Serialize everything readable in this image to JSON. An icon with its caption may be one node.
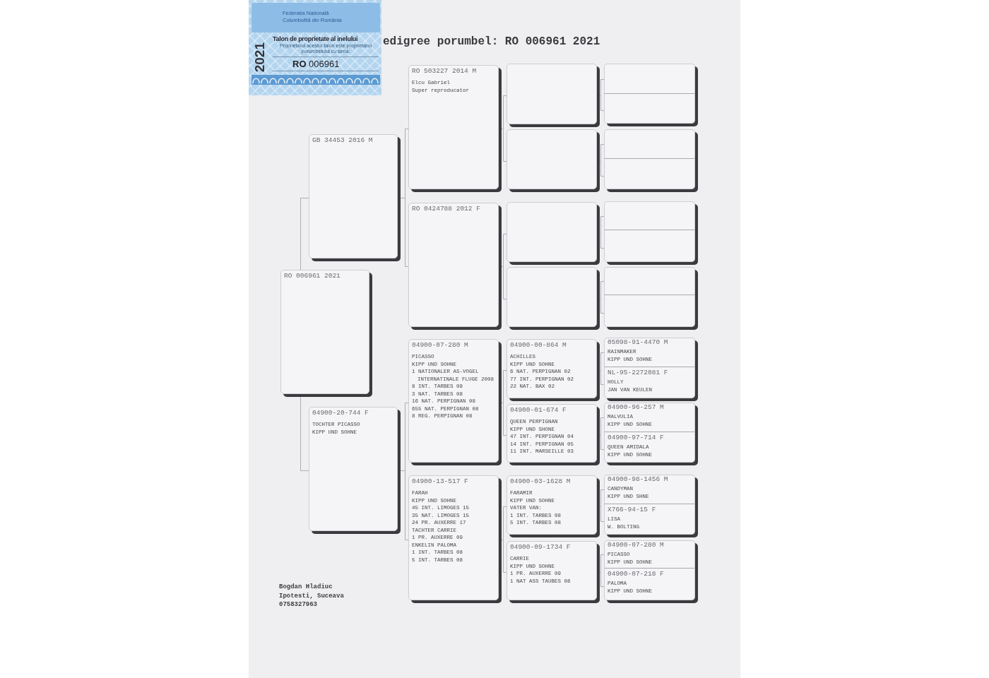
{
  "diagram": {
    "title": "edigree porumbel: RO 006961 2021",
    "nodes": [
      {
        "text": [
          "Federația Națională Columbofilă din România",
          "Talon de proprietate al inelului",
          "Proprietarul acestui talon este proprietarul porumbelului cu seria:",
          "**RO** 006961",
          "2021"
        ]
      },
      {
        "text": [
          "RO 006961 2021"
        ]
      },
      {
        "text": [
          "GB 34453 2016 M"
        ]
      },
      {
        "text": [
          "04900-20-744 F",
          "TOCHTER PICASSO",
          "KIPP UND SOHNE"
        ]
      },
      {
        "text": [
          "RO 503227 2014 M",
          "Elcu Gabriel",
          "Super reproducator"
        ]
      },
      {
        "text": [
          "RO 0424788 2012 F"
        ]
      },
      {
        "text": [
          "04900-07-280 M",
          "PICASSO",
          "KIPP UND SOHNE",
          "1 NATIONALER AS-VOGEL INTERNATINALE FLUGE 2008",
          "8 INT. TARBES 08",
          "3 NAT. TARBES 08",
          "16 NAT. PERPIGNAN 08",
          "655 NAT. PERPIGNAN 08",
          "8 REG. PERPIGNAN 08"
        ]
      },
      {
        "text": [
          "04900-13-517 F",
          "FARAH",
          "KIPP UND SOHNE",
          "45 INT. LIMOGES 15",
          "35 NAT. LIMOGES 15",
          "24 PR. AUXERRE 17",
          "TACHTER CARRIE",
          "1 PR. AUXERRE 09",
          "ENKELIN PALOMA",
          "1 INT. TARBES 08",
          "5 INT. TARBES 08"
        ]
      },
      {
        "text": [],
        "shape": "box"
      },
      {
        "text": [],
        "shape": "box"
      },
      {
        "text": [],
        "shape": "box"
      },
      {
        "text": [],
        "shape": "box"
      },
      {
        "text": [
          "04900-00-864 M",
          "ACHILLES",
          "KIPP UND SOHNE",
          "6 NAT. PERPIGNAN 02",
          "77 INT. PERPIGNAN 02",
          "22 NAT. BAX 02"
        ]
      },
      {
        "text": [
          "04900-01-674 F",
          "QUEEN PERPIGNAN",
          "KIPP UND SHONE",
          "47 INT. PERPIGNAN 04",
          "14 INT. PERPIGNAN 05",
          "11 INT. MARSEILLE 03"
        ]
      },
      {
        "text": [
          "04900-03-1628 M",
          "FARAMIR",
          "KIPP UND SOHNE",
          "VATER VAN:",
          "1 INT. TARBES 08",
          "5 INT. TARBES 08"
        ]
      },
      {
        "text": [
          "04900-09-1734 F",
          "CARRIE",
          "KIPP UND SOHNE",
          "1 PR. AUXERRE 09",
          "1 NAT ASS TAUBES 08"
        ]
      },
      {
        "text": [],
        "shape": "box"
      },
      {
        "text": [],
        "shape": "box"
      },
      {
        "text": [],
        "shape": "box"
      },
      {
        "text": [],
        "shape": "box"
      },
      {
        "text": [],
        "shape": "box"
      },
      {
        "text": [],
        "shape": "box"
      },
      {
        "text": [],
        "shape": "box"
      },
      {
        "text": [],
        "shape": "box"
      },
      {
        "text": [
          "05098-91-4470 M",
          "RAINMAKER",
          "KIPP UND SOHNE"
        ]
      },
      {
        "text": [
          "NL-95-2272081 F",
          "HOLLY",
          "JAN VAN KEULEN"
        ]
      },
      {
        "text": [
          "04900-96-257 M",
          "MALVULIA",
          "KIPP UND SOHNE"
        ]
      },
      {
        "text": [
          "04900-97-714 F",
          "QUEEN AMIDALA",
          "KIPP UND SOHNE"
        ]
      },
      {
        "text": [
          "04900-98-1456 M",
          "CANDYMAN",
          "KIPP UND SHNE"
        ]
      },
      {
        "text": [
          "X766-94-15 F",
          "LISA",
          "W. BOLTING"
        ]
      },
      {
        "text": [
          "04900-07-280 M",
          "PICASSO",
          "KIPP UND SOHNE"
        ]
      },
      {
        "text": [
          "04900-07-218 F",
          "PALOMA",
          "KIPP UND SOHNE"
        ]
      }
    ],
    "edges": [
      {
        "from": 1,
        "to": 2,
        "arrow": "none"
      },
      {
        "from": 1,
        "to": 3,
        "arrow": "none"
      },
      {
        "from": 2,
        "to": 4,
        "arrow": "none"
      },
      {
        "from": 2,
        "to": 5,
        "arrow": "none"
      },
      {
        "from": 3,
        "to": 6,
        "arrow": "none"
      },
      {
        "from": 3,
        "to": 7,
        "arrow": "none"
      },
      {
        "from": 4,
        "to": 8,
        "arrow": "none"
      },
      {
        "from": 4,
        "to": 9,
        "arrow": "none"
      },
      {
        "from": 5,
        "to": 10,
        "arrow": "none"
      },
      {
        "from": 5,
        "to": 11,
        "arrow": "none"
      },
      {
        "from": 6,
        "to": 12,
        "arrow": "none"
      },
      {
        "from": 6,
        "to": 13,
        "arrow": "none"
      },
      {
        "from": 7,
        "to": 14,
        "arrow": "none"
      },
      {
        "from": 7,
        "to": 15,
        "arrow": "none"
      },
      {
        "from": 8,
        "to": 16,
        "arrow": "none"
      },
      {
        "from": 8,
        "to": 17,
        "arrow": "none"
      },
      {
        "from": 9,
        "to": 18,
        "arrow": "none"
      },
      {
        "from": 9,
        "to": 19,
        "arrow": "none"
      },
      {
        "from": 10,
        "to": 20,
        "arrow": "none"
      },
      {
        "from": 10,
        "to": 21,
        "arrow": "none"
      },
      {
        "from": 11,
        "to": 22,
        "arrow": "none"
      },
      {
        "from": 11,
        "to": 23,
        "arrow": "none"
      },
      {
        "from": 12,
        "to": 24,
        "arrow": "none"
      },
      {
        "from": 12,
        "to": 25,
        "arrow": "none"
      },
      {
        "from": 13,
        "to": 26,
        "arrow": "none"
      },
      {
        "from": 13,
        "to": 27,
        "arrow": "none"
      },
      {
        "from": 14,
        "to": 28,
        "arrow": "none"
      },
      {
        "from": 14,
        "to": 29,
        "arrow": "none"
      },
      {
        "from": 15,
        "to": 30,
        "arrow": "none"
      },
      {
        "from": 15,
        "to": 31,
        "arrow": "none"
      }
    ],
    "labels": [
      "Bogdan Hladiuc",
      "Ipotesti, Suceava",
      "0758327963"
    ]
  }
}
